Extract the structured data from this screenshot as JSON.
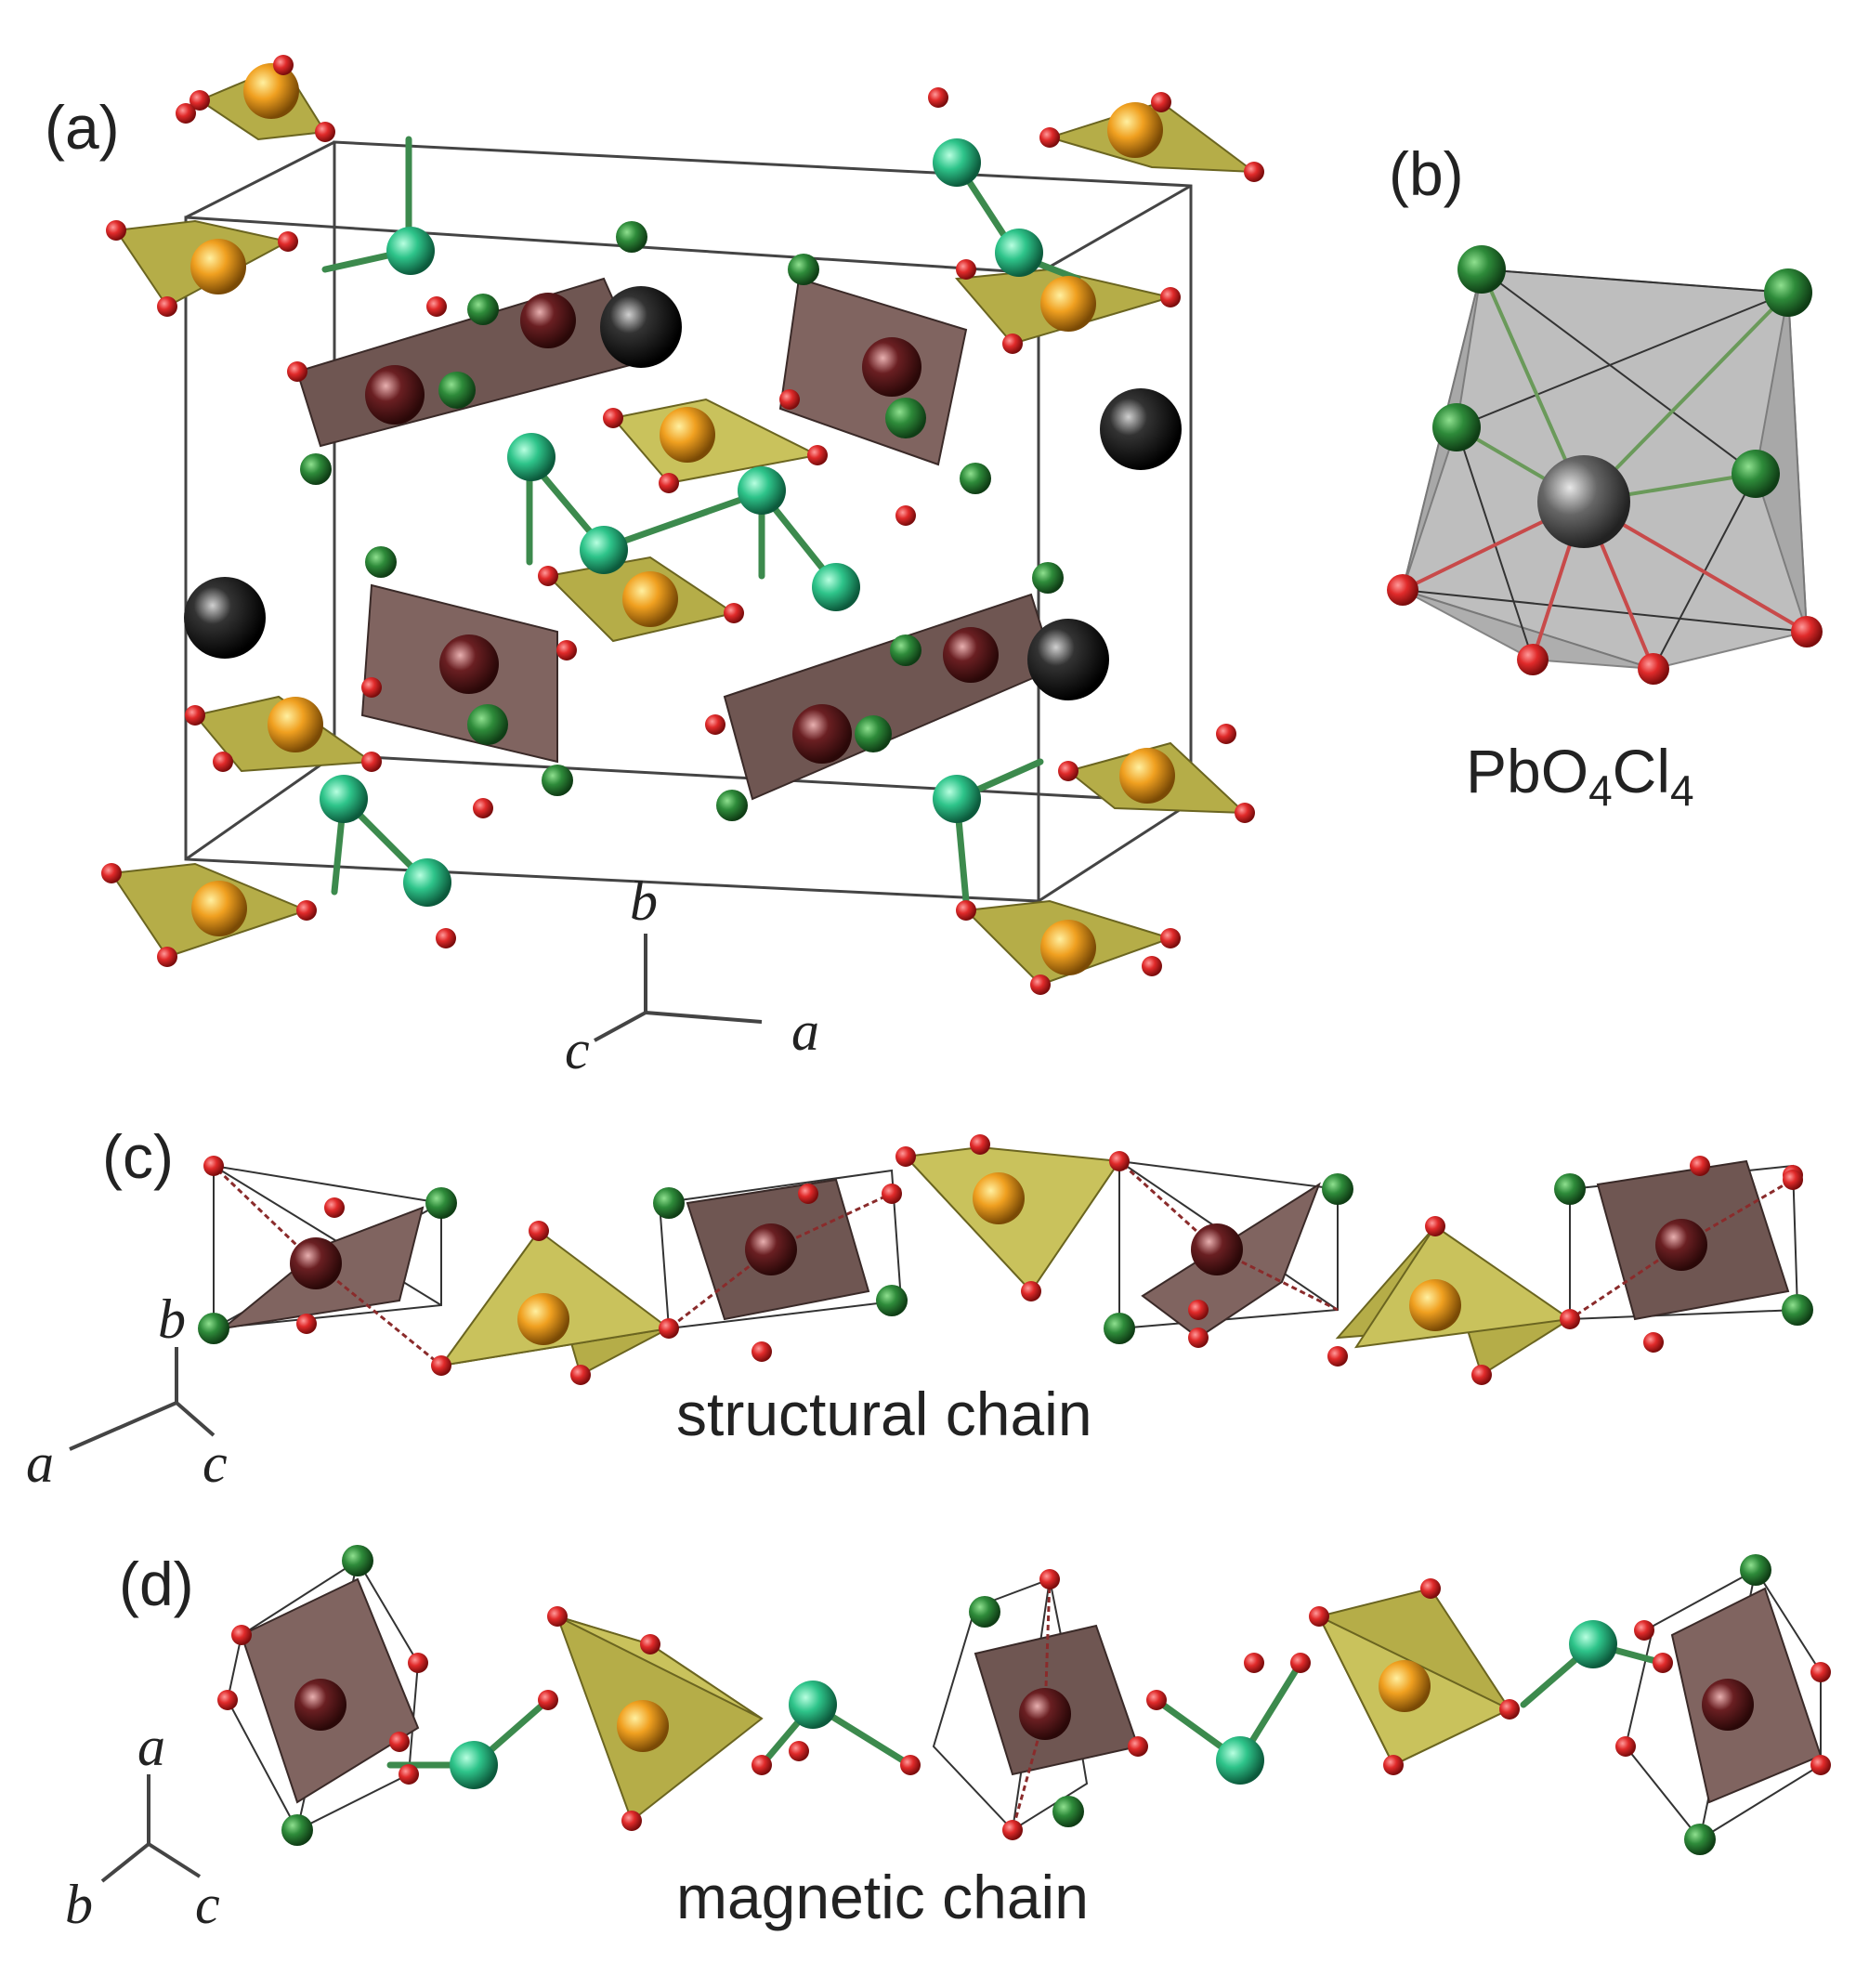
{
  "panels": {
    "a": {
      "label": "(a)",
      "axes": {
        "up": "b",
        "left": "c",
        "right": "a"
      }
    },
    "b": {
      "label": "(b)",
      "formula_main": "PbO",
      "formula_sub1": "4",
      "formula_cl": "Cl",
      "formula_sub2": "4"
    },
    "c": {
      "label": "(c)",
      "caption": "structural chain",
      "axes": {
        "up": "b",
        "left": "a",
        "right": "c"
      }
    },
    "d": {
      "label": "(d)",
      "caption": "magnetic chain",
      "axes": {
        "up": "a",
        "left": "b",
        "right": "c"
      }
    }
  },
  "colors": {
    "oxygen": "#d82020",
    "chlorine": "#2e7d32",
    "cu_center": "#5a1a1a",
    "v_center": "#f0a020",
    "bridge_atom": "#2ec48a",
    "lead": "#151515",
    "brown_polyhedron": "#6f5652",
    "yellow_polyhedron": "#b5ad48"
  }
}
